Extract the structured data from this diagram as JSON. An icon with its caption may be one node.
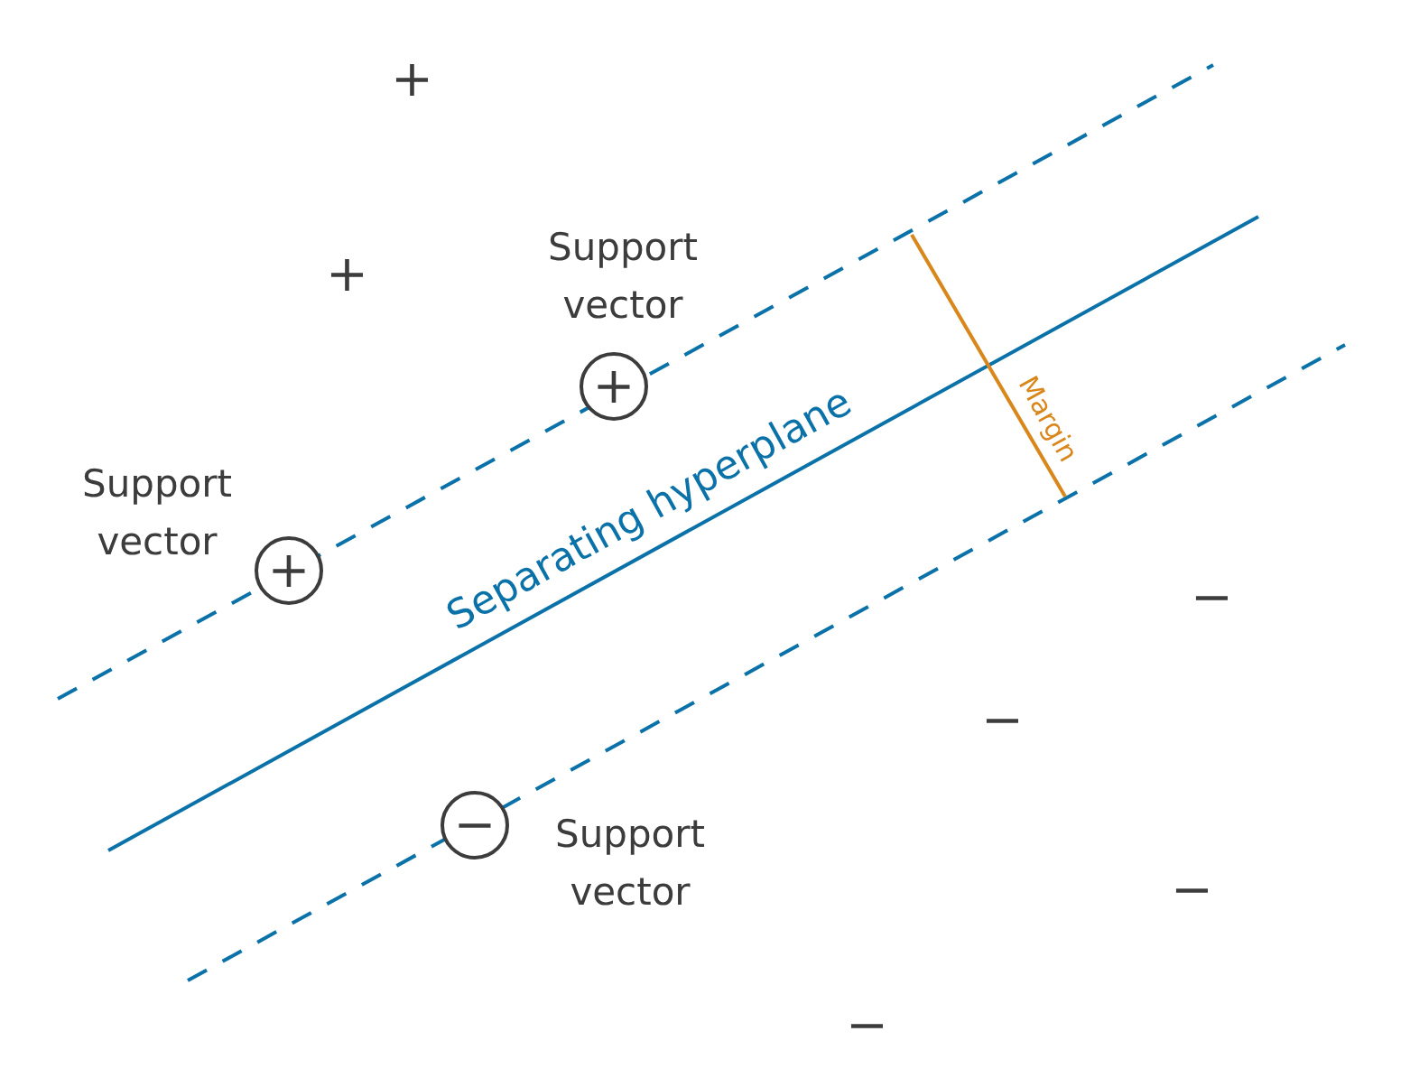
{
  "diagram": {
    "nodes": [
      {
        "text": [
          "+"
        ],
        "beside": [
          "Support vector"
        ]
      },
      {
        "text": [
          "+"
        ],
        "beside": [
          "Support vector"
        ]
      },
      {
        "text": [
          "−"
        ],
        "beside": [
          "Support vector"
        ]
      }
    ],
    "labels": [
      "+",
      "+",
      "Separating hyperplane",
      "Margin",
      "−",
      "−",
      "−",
      "−"
    ]
  }
}
